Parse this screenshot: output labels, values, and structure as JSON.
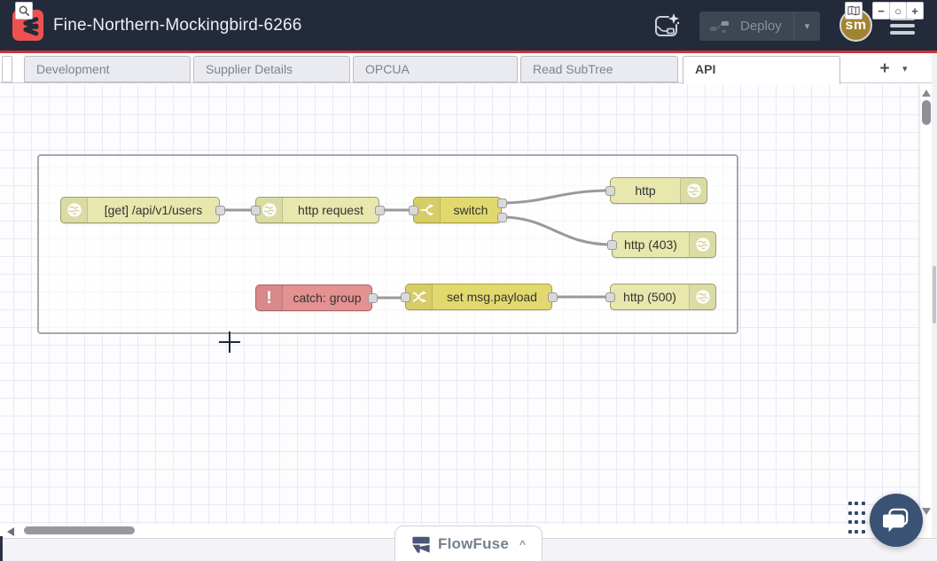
{
  "header": {
    "title": "Fine-Northern-Mockingbird-6266",
    "deploy_label": "Deploy",
    "deploy_caret": "▾",
    "avatar_initials": "sm",
    "icons": [
      "flowfuse-logo",
      "ai-flow-icon",
      "deploy-icon",
      "hamburger-menu"
    ]
  },
  "tabs": {
    "items": [
      {
        "label": "Development",
        "active": false
      },
      {
        "label": "Supplier Details",
        "active": false
      },
      {
        "label": "OPCUA",
        "active": false
      },
      {
        "label": "Read SubTree",
        "active": false
      },
      {
        "label": "API",
        "active": true
      }
    ],
    "add_label": "+",
    "menu_caret": "▾"
  },
  "flow": {
    "nodes": [
      {
        "id": "http-in",
        "label": "[get] /api/v1/users",
        "type": "http in",
        "color": "#e7e7ae",
        "icon": "white-globe",
        "icon_side": "left"
      },
      {
        "id": "http-request",
        "label": "http request",
        "type": "http request",
        "color": "#e7e7ae",
        "icon": "white-globe",
        "icon_side": "left"
      },
      {
        "id": "switch",
        "label": "switch",
        "type": "switch",
        "color": "#e2d96e",
        "icon": "switch-fork",
        "icon_side": "left",
        "outputs": 2
      },
      {
        "id": "http-response",
        "label": "http",
        "type": "http response",
        "color": "#e7e7ae",
        "icon": "white-globe",
        "icon_side": "right"
      },
      {
        "id": "http-403",
        "label": "http (403)",
        "type": "http response",
        "color": "#e7e7ae",
        "icon": "white-globe",
        "icon_side": "right"
      },
      {
        "id": "catch",
        "label": "catch: group",
        "type": "catch",
        "color": "#e49191",
        "icon": "exclamation",
        "icon_side": "left",
        "excl": "!"
      },
      {
        "id": "change",
        "label": "set msg.payload",
        "type": "change",
        "color": "#e2d96e",
        "icon": "shuffle-arrows",
        "icon_side": "left"
      },
      {
        "id": "http-500",
        "label": "http (500)",
        "type": "http response",
        "color": "#e7e7ae",
        "icon": "white-globe",
        "icon_side": "right"
      }
    ],
    "wires": [
      "http-in -> http-request",
      "http-request -> switch",
      "switch:1 -> http-response",
      "switch:2 -> http-403",
      "catch -> change",
      "change -> http-500"
    ],
    "group": {
      "present": true,
      "label": ""
    }
  },
  "footer": {
    "zoom_out": "−",
    "zoom_reset": "○",
    "zoom_in": "+",
    "brand": "FlowFuse",
    "brand_caret": "^"
  },
  "colors": {
    "header_bg": "#232b3a",
    "header_red_line": "#c4353d",
    "logo_red": "#ee5250",
    "avatar_gold": "#a28430",
    "node_pale_yellow": "#e7e7ae",
    "node_yellow": "#e2d96e",
    "node_red": "#e49191",
    "wire_gray": "#999999",
    "chat_navy": "#3a5273"
  }
}
